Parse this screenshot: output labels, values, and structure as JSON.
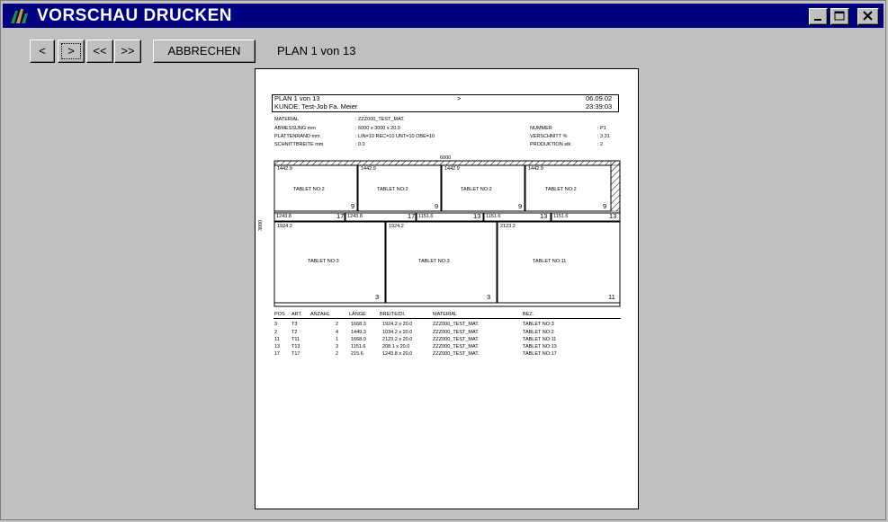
{
  "window": {
    "title": "VORSCHAU DRUCKEN",
    "controls": {
      "minimize_icon": "minimize-icon",
      "maximize_icon": "maximize-icon",
      "close_icon": "close-icon"
    }
  },
  "toolbar": {
    "prev_label": "<",
    "next_label": ">",
    "first_label": "<<",
    "last_label": ">>",
    "cancel_label": "ABBRECHEN",
    "plan_status": "PLAN 1 von 13"
  },
  "preview": {
    "header": {
      "plan": "PLAN 1 von 13",
      "kunde": "KUNDE: Test-Job Fa. Meier",
      "marker": ">",
      "date": "06.09.02",
      "time": "23:39:03"
    },
    "info_left": [
      {
        "label": "MATERIAL",
        "value": ": ZZZ000_TEST_MAT."
      },
      {
        "label": "ABMESSUNG mm",
        "value": ": 6000 x 3000 x 20.0"
      },
      {
        "label": "PLATTENRAND mm",
        "value": ": LIN=10 REC=10 UNT=10 OBE=10"
      },
      {
        "label": "SCHNITTBREITE mm",
        "value": ": 0.0"
      }
    ],
    "info_right": [
      {
        "label": "NUMMER",
        "value": ": P1"
      },
      {
        "label": "VERSCHNITT %",
        "value": ": 3.31"
      },
      {
        "label": "PRODUKTION stk",
        "value": ": 2"
      }
    ],
    "board": {
      "width_label": "6000",
      "height_label": "3000",
      "top_parts": [
        {
          "dim": "1442.9",
          "label": "TABLET NO:2",
          "num": "9"
        },
        {
          "dim": "1442.9",
          "label": "TABLET NO:2",
          "num": "9"
        },
        {
          "dim": "1442.9",
          "label": "TABLET NO:2",
          "num": "9"
        },
        {
          "dim": "1442.9",
          "label": "TABLET NO:2",
          "num": "9"
        }
      ],
      "strip_parts": [
        {
          "dim": "1243.8",
          "num": "17"
        },
        {
          "dim": "1243.8",
          "num": "17"
        },
        {
          "dim": "1151.6",
          "num": "13"
        },
        {
          "dim": "1151.6",
          "num": "13"
        },
        {
          "dim": "1151.6",
          "num": "13"
        }
      ],
      "bottom_parts": [
        {
          "dim": "1924.2",
          "label": "TABLET NO:3",
          "num": "3"
        },
        {
          "dim": "1924.2",
          "label": "TABLET NO:3",
          "num": "3"
        },
        {
          "dim": "2123.2",
          "label": "TABLET NO:11",
          "num": "11"
        }
      ]
    },
    "table": {
      "headers": [
        "POS",
        "ART.",
        "ANZAHL",
        "LÄNGE",
        "BREITE/DI.",
        "MATERIAL",
        "BEZ."
      ],
      "rows": [
        [
          "3",
          "T3",
          "2",
          "1668.3",
          "1924.2 x 20.0",
          "ZZZ000_TEST_MAT.",
          "TABLET NO:3"
        ],
        [
          "2",
          "T2",
          "4",
          "1449.3",
          "1034.2 x 20.0",
          "ZZZ000_TEST_MAT.",
          "TABLET NO:2"
        ],
        [
          "11",
          "T11",
          "1",
          "1668.0",
          "2123.2 x 20.0",
          "ZZZ000_TEST_MAT.",
          "TABLET NO:11"
        ],
        [
          "13",
          "T13",
          "3",
          "1151.6",
          "208.1 x 20.0",
          "ZZZ000_TEST_MAT.",
          "TABLET NO:13"
        ],
        [
          "17",
          "T17",
          "2",
          "215.6",
          "1243.8 x 20.0",
          "ZZZ000_TEST_MAT.",
          "TABLET NO:17"
        ]
      ]
    }
  }
}
